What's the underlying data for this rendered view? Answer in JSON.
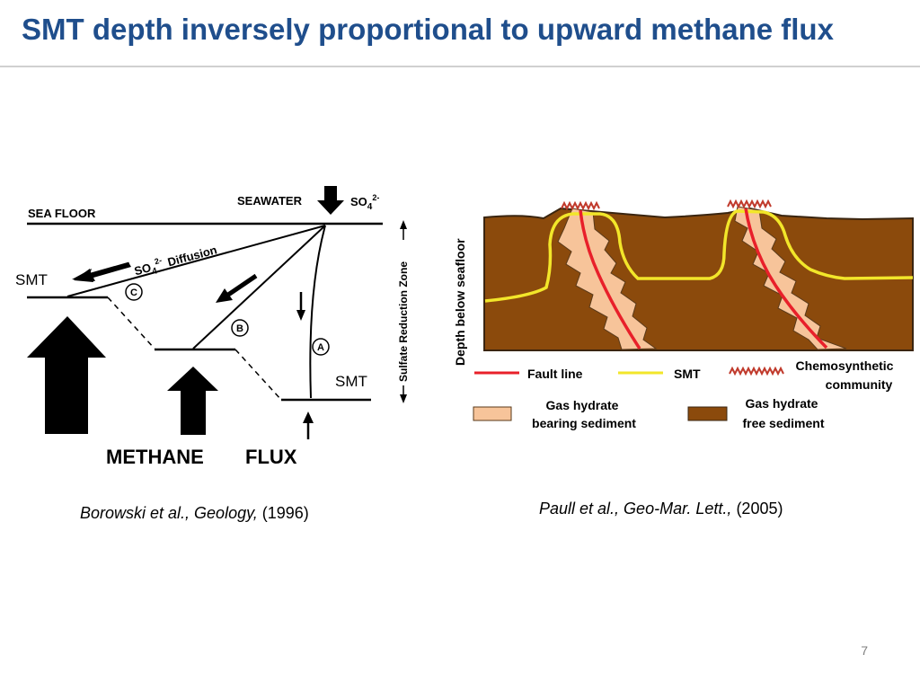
{
  "slide": {
    "title": "SMT depth inversely proportional to upward methane flux",
    "page_number": "7"
  },
  "left_figure": {
    "seawater": "SEAWATER",
    "so4": "SO",
    "so4_sub": "4",
    "so4_sup": "2-",
    "sea_floor": "SEA FLOOR",
    "diffusion_prefix": "SO",
    "diffusion_sub": "4",
    "diffusion_sup": "2-",
    "diffusion_word": "Diffusion",
    "smt_left": "SMT",
    "smt_right": "SMT",
    "label_a": "A",
    "label_b": "B",
    "label_c": "C",
    "sulfate_zone": "Sulfate Reduction Zone",
    "methane": "METHANE",
    "flux": "FLUX"
  },
  "right_figure": {
    "y_axis_label": "Depth below seafloor",
    "legend": {
      "fault_line": "Fault line",
      "smt": "SMT",
      "chemo_line1": "Chemosynthetic",
      "chemo_line2": "community",
      "gh_bearing_line1": "Gas hydrate",
      "gh_bearing_line2": "bearing sediment",
      "gh_free_line1": "Gas hydrate",
      "gh_free_line2": "free sediment"
    },
    "colors": {
      "sediment": "#8b4a0c",
      "hydrate": "#f7c49a",
      "fault": "#e8202a",
      "smt": "#f2e62a",
      "chemo": "#c0392b"
    }
  },
  "captions": {
    "left_italic": "Borowski et al., Geology,",
    "left_year": " (1996)",
    "right_italic": "Paull et al., Geo-Mar. Lett.,",
    "right_year": " (2005)"
  }
}
